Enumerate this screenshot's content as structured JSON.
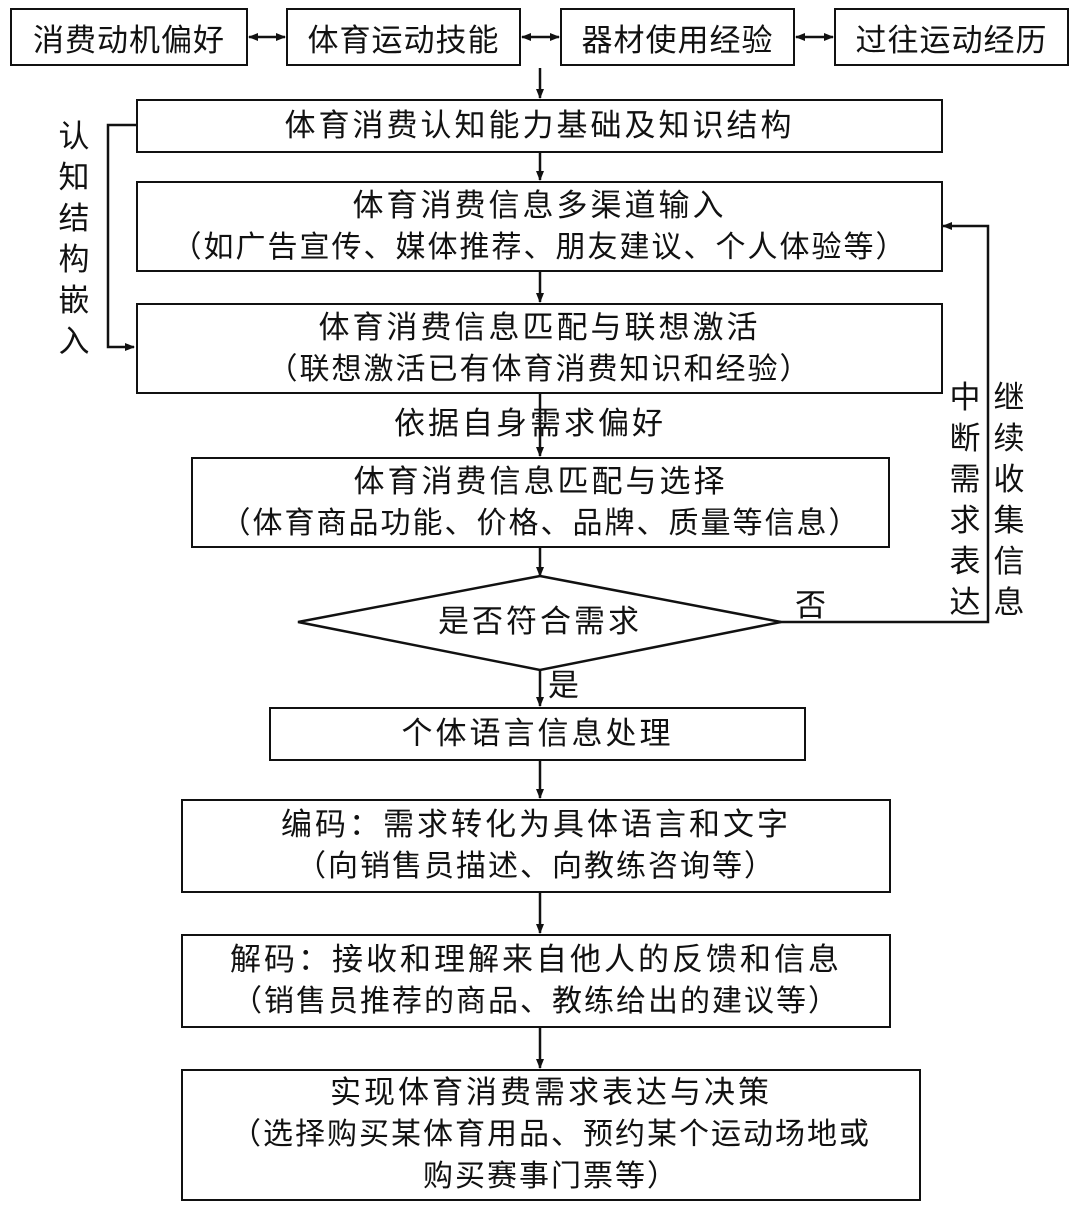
{
  "top_row": [
    "消费动机偏好",
    "体育运动技能",
    "器材使用经验",
    "过往运动经历"
  ],
  "steps": {
    "cognition": "体育消费认知能力基础及知识结构",
    "input_title": "体育消费信息多渠道输入",
    "input_detail": "（如广告宣传、媒体推荐、朋友建议、个人体验等）",
    "match_title": "体育消费信息匹配与联想激活",
    "match_detail": "（联想激活已有体育消费知识和经验）",
    "basis_label": "依据自身需求偏好",
    "select_title": "体育消费信息匹配与选择",
    "select_detail": "（体育商品功能、价格、品牌、质量等信息）",
    "decision": "是否符合需求",
    "yes_label": "是",
    "no_label": "否",
    "language": "个体语言信息处理",
    "encode_title": "编码：需求转化为具体语言和文字",
    "encode_detail": "（向销售员描述、向教练咨询等）",
    "decode_title": "解码：接收和理解来自他人的反馈和信息",
    "decode_detail": "（销售员推荐的商品、教练给出的建议等）",
    "final_title": "实现体育消费需求表达与决策",
    "final_detail_1": "（选择购买某体育用品、预约某个运动场地或",
    "final_detail_2": "购买赛事门票等）"
  },
  "side_labels": {
    "left": [
      "认",
      "知",
      "结",
      "构",
      "嵌",
      "入"
    ],
    "right_inner": [
      "中",
      "断",
      "需",
      "求",
      "表",
      "达"
    ],
    "right_outer": [
      "继",
      "续",
      "收",
      "集",
      "信",
      "息"
    ]
  }
}
